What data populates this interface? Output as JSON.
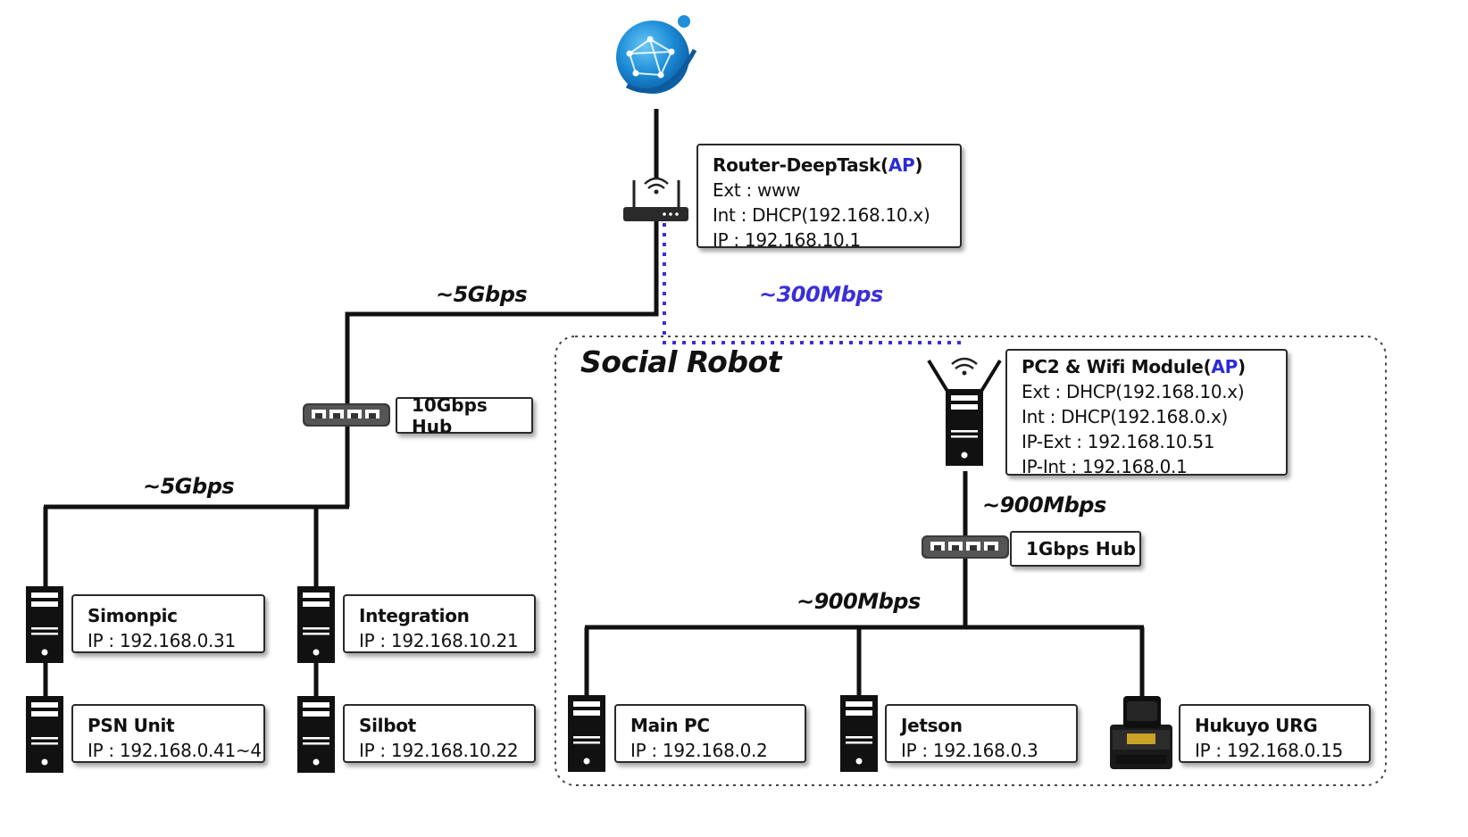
{
  "region": {
    "title": "Social Robot"
  },
  "router": {
    "title": "Router-DeepTask",
    "ap": "AP",
    "lines": [
      "Ext : www",
      "Int : DHCP(192.168.10.x)",
      "IP : 192.168.10.1"
    ]
  },
  "pc2": {
    "title": "PC2 & Wifi Module",
    "ap": "AP",
    "lines": [
      "Ext : DHCP(192.168.10.x)",
      "Int : DHCP(192.168.0.x)",
      "IP-Ext : 192.168.10.51",
      "IP-Int : 192.168.0.1"
    ]
  },
  "hubs": {
    "hub10g": "10Gbps Hub",
    "hub1g": "1Gbps Hub"
  },
  "speeds": {
    "router_to_hub": "~5Gbps",
    "hub_to_servers": "~5Gbps",
    "wifi": "~300Mbps",
    "pc2_to_hub": "~900Mbps",
    "hub_to_robot": "~900Mbps"
  },
  "nodes": {
    "simonpic": {
      "name": "Simonpic",
      "ip": "IP : 192.168.0.31"
    },
    "integration": {
      "name": "Integration",
      "ip": "IP : 192.168.10.21"
    },
    "psn": {
      "name": "PSN Unit",
      "ip": "IP : 192.168.0.41~4"
    },
    "silbot": {
      "name": "Silbot",
      "ip": "IP : 192.168.10.22"
    },
    "mainpc": {
      "name": "Main PC",
      "ip": "IP : 192.168.0.2"
    },
    "jetson": {
      "name": "Jetson",
      "ip": "IP : 192.168.0.3"
    },
    "hukuyo": {
      "name": "Hukuyo URG",
      "ip": "IP : 192.168.0.15"
    }
  },
  "icons": [
    "globe-icon",
    "router-icon",
    "hub-icon",
    "server-icon",
    "lidar-icon"
  ],
  "colors": {
    "line": "#111111",
    "wifi_dotted": "#3b2fd8",
    "ap_text": "#2b2bd6",
    "globe": "#1e8fd8"
  }
}
